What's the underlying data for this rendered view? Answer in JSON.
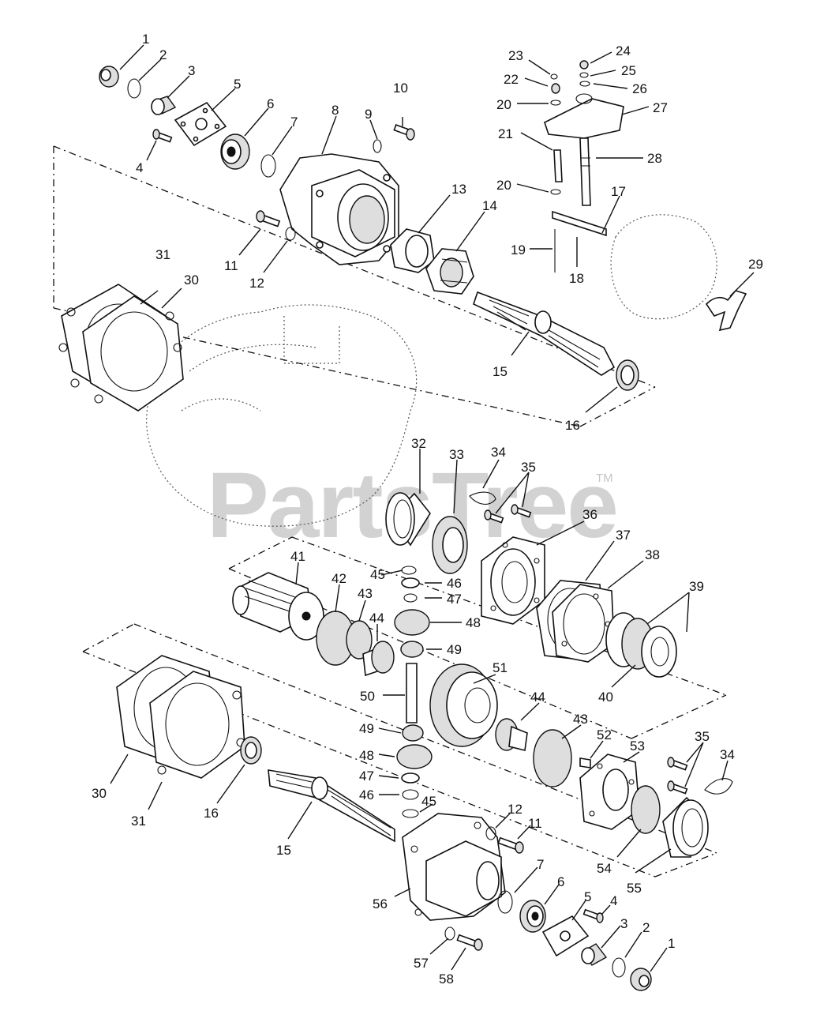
{
  "watermark": {
    "text": "PartsTree",
    "trademark": "TM"
  },
  "callouts": [
    "1",
    "2",
    "3",
    "4",
    "5",
    "6",
    "7",
    "8",
    "9",
    "10",
    "11",
    "12",
    "13",
    "14",
    "15",
    "16",
    "17",
    "18",
    "19",
    "20",
    "20",
    "21",
    "22",
    "23",
    "24",
    "25",
    "26",
    "27",
    "28",
    "29",
    "30",
    "31",
    "32",
    "33",
    "34",
    "35",
    "36",
    "37",
    "38",
    "39",
    "40",
    "41",
    "42",
    "43",
    "44",
    "45",
    "46",
    "47",
    "48",
    "49",
    "50",
    "51",
    "44",
    "43",
    "52",
    "53",
    "35",
    "34",
    "30",
    "31",
    "16",
    "15",
    "49",
    "48",
    "47",
    "46",
    "45",
    "12",
    "11",
    "7",
    "6",
    "5",
    "4",
    "3",
    "2",
    "1",
    "56",
    "57",
    "58",
    "54",
    "55"
  ]
}
